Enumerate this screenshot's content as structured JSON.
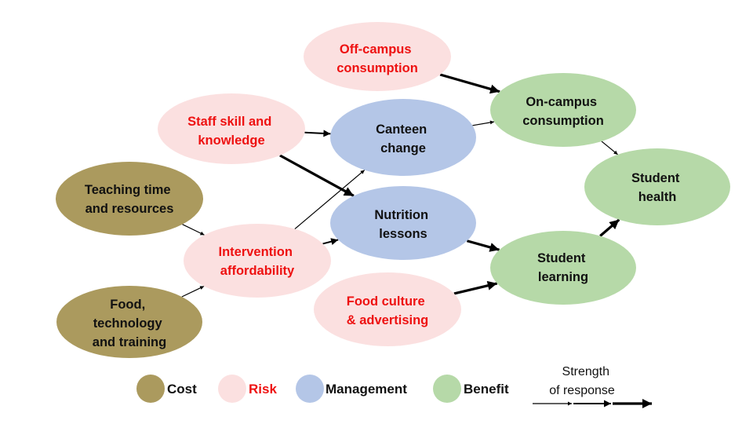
{
  "colors": {
    "cost": "#ab9a5e",
    "risk": "#fbe0e0",
    "management": "#b4c6e7",
    "benefit": "#b6d9a8",
    "risk_text": "#ee1111",
    "default_text": "#111111",
    "edge": "#000000"
  },
  "nodes": {
    "off_campus": {
      "lines": [
        "Off-campus",
        "consumption"
      ],
      "category": "risk"
    },
    "staff_skill": {
      "lines": [
        "Staff skill and",
        "knowledge"
      ],
      "category": "risk"
    },
    "teaching_time": {
      "lines": [
        "Teaching time",
        "and resources"
      ],
      "category": "cost"
    },
    "food_tech": {
      "lines": [
        "Food,",
        "technology",
        "and training"
      ],
      "category": "cost"
    },
    "intervention": {
      "lines": [
        "Intervention",
        "affordability"
      ],
      "category": "risk"
    },
    "canteen": {
      "lines": [
        "Canteen",
        "change"
      ],
      "category": "management"
    },
    "nutrition": {
      "lines": [
        "Nutrition",
        "lessons"
      ],
      "category": "management"
    },
    "food_culture": {
      "lines": [
        "Food culture",
        "& advertising"
      ],
      "category": "risk"
    },
    "on_campus": {
      "lines": [
        "On-campus",
        "consumption"
      ],
      "category": "benefit"
    },
    "student_health": {
      "lines": [
        "Student",
        "health"
      ],
      "category": "benefit"
    },
    "student_learning": {
      "lines": [
        "Student",
        "learning"
      ],
      "category": "benefit"
    }
  },
  "edges": [
    {
      "from": "off_campus",
      "to": "on_campus",
      "strength": 3
    },
    {
      "from": "canteen",
      "to": "on_campus",
      "strength": 1
    },
    {
      "from": "on_campus",
      "to": "student_health",
      "strength": 1
    },
    {
      "from": "staff_skill",
      "to": "canteen",
      "strength": 2
    },
    {
      "from": "staff_skill",
      "to": "nutrition",
      "strength": 3
    },
    {
      "from": "teaching_time",
      "to": "intervention",
      "strength": 1
    },
    {
      "from": "food_tech",
      "to": "intervention",
      "strength": 1
    },
    {
      "from": "intervention",
      "to": "canteen",
      "strength": 1
    },
    {
      "from": "intervention",
      "to": "nutrition",
      "strength": 2
    },
    {
      "from": "nutrition",
      "to": "student_learning",
      "strength": 3
    },
    {
      "from": "food_culture",
      "to": "student_learning",
      "strength": 3
    },
    {
      "from": "student_learning",
      "to": "student_health",
      "strength": 3
    }
  ],
  "legend": {
    "cost": "Cost",
    "risk": "Risk",
    "management": "Management",
    "benefit": "Benefit",
    "strength_title": [
      "Strength",
      "of response"
    ],
    "strength_levels": [
      1,
      2,
      3
    ]
  }
}
